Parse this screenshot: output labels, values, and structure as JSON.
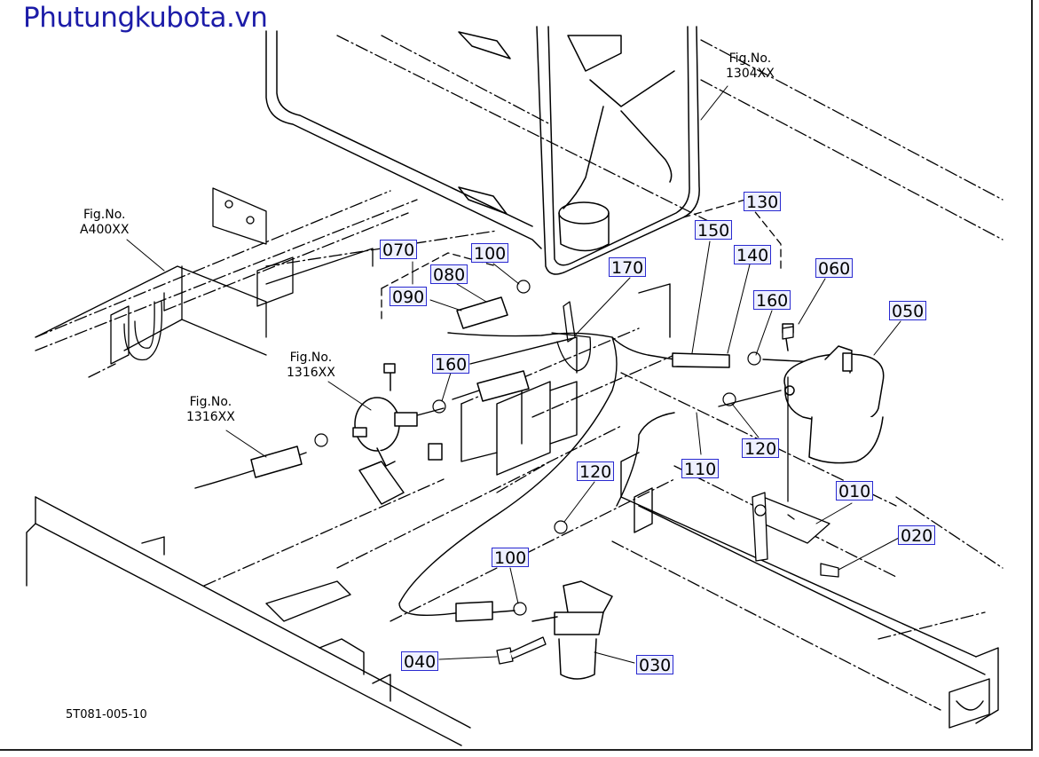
{
  "watermark": "Phutungkubota.vn",
  "drawing_code": "5T081-005-10",
  "fig_refs": {
    "f1304": {
      "line1": "Fig.No.",
      "line2": "1304XX"
    },
    "fa400": {
      "line1": "Fig.No.",
      "line2": "A400XX"
    },
    "f1316a": {
      "line1": "Fig.No.",
      "line2": "1316XX"
    },
    "f1316b": {
      "line1": "Fig.No.",
      "line2": "1316XX"
    }
  },
  "callouts": {
    "c130": "130",
    "c150": "150",
    "c140": "140",
    "c060": "060",
    "c160a": "160",
    "c050": "050",
    "c070": "070",
    "c100a": "100",
    "c080": "080",
    "c090": "090",
    "c170": "170",
    "c160b": "160",
    "c120a": "120",
    "c110": "110",
    "c120b": "120",
    "c010": "010",
    "c020": "020",
    "c100b": "100",
    "c040": "040",
    "c030": "030"
  }
}
